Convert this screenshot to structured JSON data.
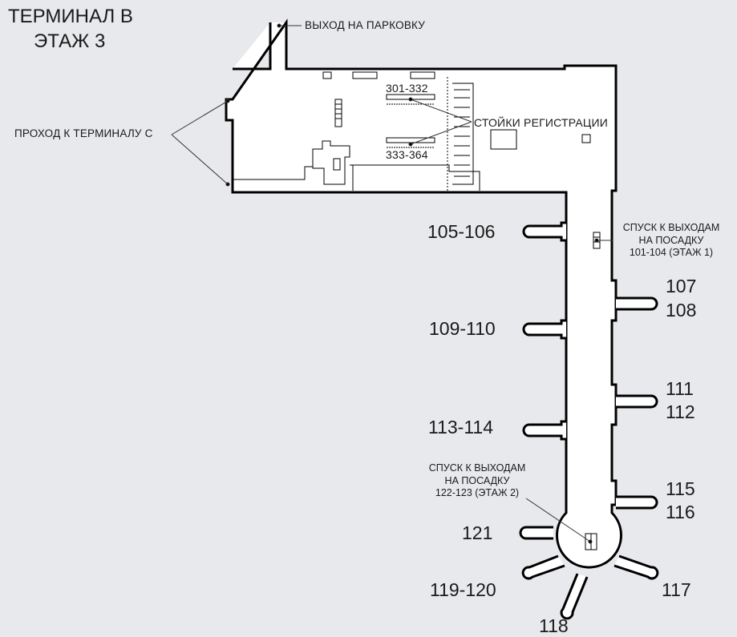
{
  "map": {
    "title_line1": "ТЕРМИНАЛ В",
    "title_line2": "ЭТАЖ 3",
    "colors": {
      "background": "#e8e9ec",
      "floor": "#ffffff",
      "wall": "#000000",
      "leader_line": "#333333"
    }
  },
  "labels": {
    "parking_exit": "ВЫХОД НА ПАРКОВКУ",
    "terminal_c_passage": "ПРОХОД К ТЕРМИНАЛУ С",
    "checkin_range_top": "301-332",
    "checkin_counters": "СТОЙКИ РЕГИСТРАЦИИ",
    "checkin_range_bottom": "333-364",
    "descent_gates_1_line1": "СПУСК К ВЫХОДАМ",
    "descent_gates_1_line2": "НА ПОСАДКУ",
    "descent_gates_1_line3": "101-104 (ЭТАЖ 1)",
    "descent_gates_2_line1": "СПУСК К ВЫХОДАМ",
    "descent_gates_2_line2": "НА ПОСАДКУ",
    "descent_gates_2_line3": "122-123 (ЭТАЖ 2)"
  },
  "gates": {
    "g105_106": "105-106",
    "g107": "107",
    "g108": "108",
    "g109_110": "109-110",
    "g111": "111",
    "g112": "112",
    "g113_114": "113-114",
    "g115": "115",
    "g116": "116",
    "g121": "121",
    "g119_120": "119-120",
    "g117": "117",
    "g118": "118"
  },
  "icons": [
    "escalator-icon",
    "checkin-desk-icon",
    "stairs-icon"
  ]
}
